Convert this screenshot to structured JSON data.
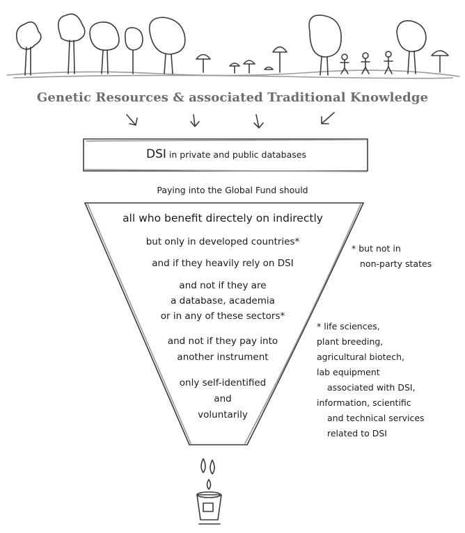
{
  "header": {
    "title": "Genetic Resources & associated Traditional Knowledge"
  },
  "dsi_box": {
    "dsi_label": "DSI",
    "dsi_rest": " in private and public databases"
  },
  "paying_label": "Paying into the Global Fund should",
  "funnel": {
    "lines": [
      "all who benefit directely on indirectly",
      "but only in developed countries*",
      "and if they heavily rely on DSI",
      "and not if  they are",
      "a database, academia",
      "or in any of these sectors*",
      "and not if they pay into",
      "another instrument",
      "only self-identified",
      "and",
      "voluntarily"
    ]
  },
  "notes": {
    "party_note": [
      "* but not in",
      "non-party states"
    ],
    "sectors_note": [
      "* life sciences,",
      "plant breeding,",
      "agricultural biotech,",
      "lab equipment",
      "associated with DSI,",
      "information, scientific",
      "and technical services",
      "related to DSI"
    ]
  },
  "icons": {
    "landscape": "trees-and-people-sketch-icon",
    "arrows": "down-arrow-icon",
    "drops": "drop-icon",
    "cup": "cup-icon"
  }
}
